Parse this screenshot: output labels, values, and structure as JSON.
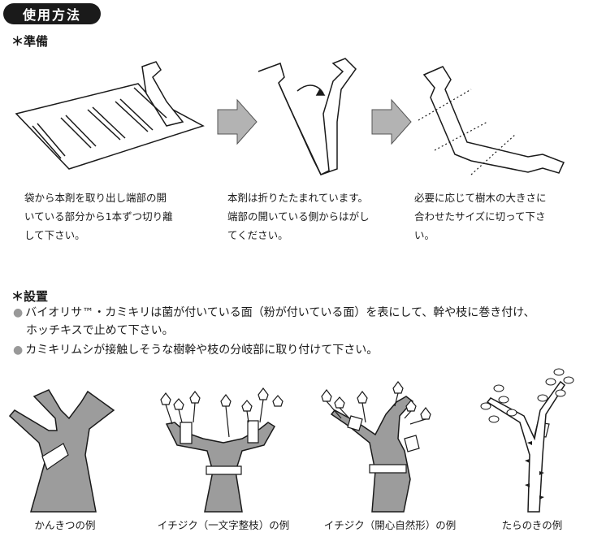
{
  "header": {
    "title": "使用方法"
  },
  "prep": {
    "heading": "＊準備",
    "steps": [
      {
        "lines": [
          "袋から本剤を取り出し端部の開",
          "いている部分から1本ずつ切り離",
          "して下さい。"
        ]
      },
      {
        "lines": [
          "本剤は折りたたまれています。",
          "端部の開いている側からはがし",
          "てください。"
        ]
      },
      {
        "lines": [
          "必要に応じて樹木の大きさに",
          "合わせたサイズに切って下さ",
          "い。"
        ]
      }
    ]
  },
  "install": {
    "heading": "＊設置",
    "bullet_marker": "●",
    "bullets": [
      {
        "lines": [
          "バイオリサ™・カミキリは菌が付いている面（粉が付いている面）を表にして、幹や枝に巻き付け、",
          "ホッチキスで止めて下さい。"
        ]
      },
      {
        "lines": [
          "カミキリムシが接触しそうな樹幹や枝の分岐部に取り付けて下さい。"
        ]
      }
    ]
  },
  "examples": [
    {
      "label": "かんきつの例"
    },
    {
      "label": "イチジク（一文字整枝）の例"
    },
    {
      "label": "イチジク（開心自然形）の例"
    },
    {
      "label": "たらのきの例"
    }
  ],
  "colors": {
    "trunk": "#9c9c9c",
    "arrow": "#b3b3b3",
    "pill": "#1a1a1a"
  }
}
